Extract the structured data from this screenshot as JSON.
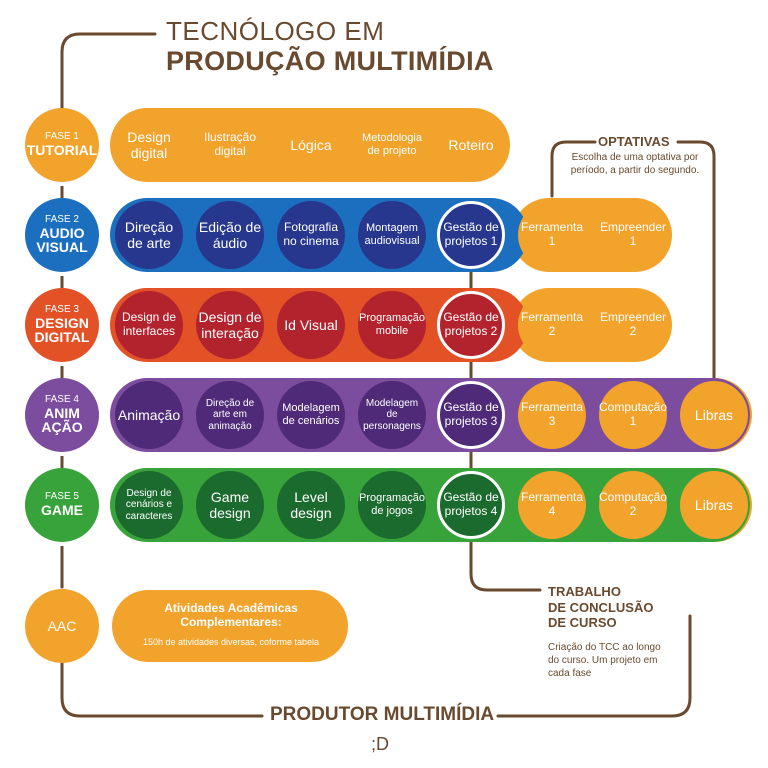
{
  "title": {
    "line1": "TECNÓLOGO EM",
    "line2": "PRODUÇÃO MULTIMÍDIA"
  },
  "colors": {
    "brown": "#6a4a2e",
    "orange": "#f2a32c",
    "blue": "#1c6fbf",
    "blue_dark": "#26378d",
    "red": "#e35226",
    "red_dark": "#b3232d",
    "purple": "#7c4c9e",
    "purple_dark": "#4e2a78",
    "green": "#37a33a",
    "green_dark": "#1b6b2e"
  },
  "phases": [
    {
      "label": "FASE 1",
      "name_lines": [
        "TUTORIAL"
      ],
      "courses": [
        [
          "Design",
          "digital"
        ],
        [
          "Ilustração",
          "digital"
        ],
        [
          "Lógica"
        ],
        [
          "Metodologia",
          "de projeto"
        ],
        [
          "Roteiro"
        ]
      ],
      "optatives": []
    },
    {
      "label": "FASE 2",
      "name_lines": [
        "AUDIO",
        "VISUAL"
      ],
      "courses": [
        [
          "Direção",
          "de arte"
        ],
        [
          "Edição de",
          "áudio"
        ],
        [
          "Fotografia",
          "no cinema"
        ],
        [
          "Montagem",
          "audiovisual"
        ],
        [
          "Gestão de",
          "projetos 1"
        ]
      ],
      "optatives": [
        [
          "Ferramenta",
          "1"
        ],
        [
          "Empreender",
          "1"
        ]
      ]
    },
    {
      "label": "FASE 3",
      "name_lines": [
        "DESIGN",
        "DIGITAL"
      ],
      "courses": [
        [
          "Design de",
          "interfaces"
        ],
        [
          "Design de",
          "interação"
        ],
        [
          "Id Visual"
        ],
        [
          "Programação",
          "mobile"
        ],
        [
          "Gestão de",
          "projetos 2"
        ]
      ],
      "optatives": [
        [
          "Ferramenta",
          "2"
        ],
        [
          "Empreender",
          "2"
        ]
      ]
    },
    {
      "label": "FASE 4",
      "name_lines": [
        "ANIM",
        "AÇÃO"
      ],
      "courses": [
        [
          "Animação"
        ],
        [
          "Direção de",
          "arte em",
          "animação"
        ],
        [
          "Modelagem",
          "de cenários"
        ],
        [
          "Modelagem de",
          "personagens"
        ],
        [
          "Gestão de",
          "projetos 3"
        ]
      ],
      "optatives": [
        [
          "Ferramenta",
          "3"
        ],
        [
          "Computação",
          "1"
        ],
        [
          "Libras"
        ]
      ]
    },
    {
      "label": "FASE 5",
      "name_lines": [
        "GAME"
      ],
      "courses": [
        [
          "Design de",
          "cenários e",
          "caracteres"
        ],
        [
          "Game",
          "design"
        ],
        [
          "Level",
          "design"
        ],
        [
          "Programação",
          "de jogos"
        ],
        [
          "Gestão de",
          "projetos 4"
        ]
      ],
      "optatives": [
        [
          "Ferramenta",
          "4"
        ],
        [
          "Computação",
          "2"
        ],
        [
          "Libras"
        ]
      ]
    }
  ],
  "optativas": {
    "title": "OPTATIVAS",
    "description": "Escolha de uma optativa por período, a partir do segundo."
  },
  "aac": {
    "label": "AAC",
    "title": "Atividades Acadêmicas Complementares:",
    "description": "150h de atividades diversas, coforme tabela"
  },
  "tcc": {
    "title_lines": [
      "TRABALHO",
      "DE CONCLUSÃO",
      "DE CURSO"
    ],
    "description": "Criação do TCC ao longo do curso. Um projeto em cada fase"
  },
  "footer": {
    "label": "PRODUTOR MULTIMÍDIA",
    "smiley": ";D"
  }
}
